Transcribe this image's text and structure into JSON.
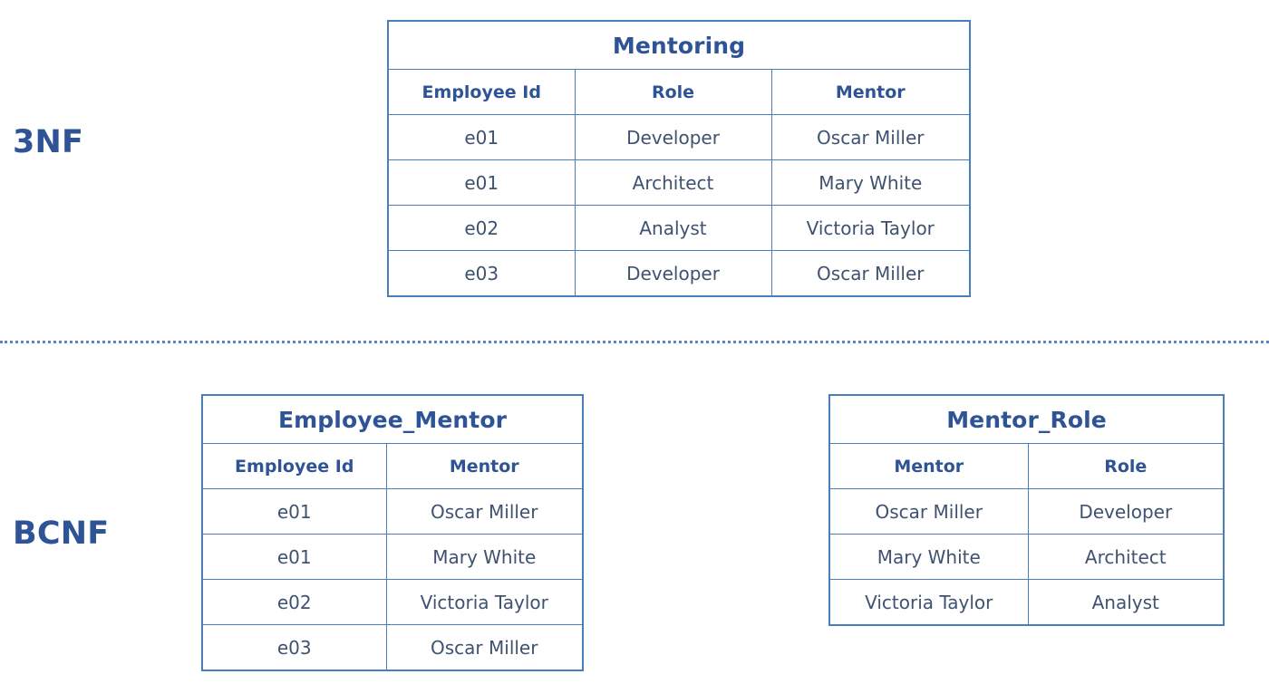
{
  "diagram": {
    "title_implied": "3NF to BCNF decomposition",
    "colors": {
      "heading_blue": "#2F5496",
      "body_text": "#3F5270",
      "border_blue": "#4A7EBB",
      "divider_blue": "#5B85C8",
      "background": "#FFFFFF"
    }
  },
  "sections": {
    "top": {
      "label": "3NF"
    },
    "bottom": {
      "label": "BCNF"
    }
  },
  "tables": {
    "mentoring": {
      "title": "Mentoring",
      "columns": [
        "Employee Id",
        "Role",
        "Mentor"
      ],
      "rows": [
        [
          "e01",
          "Developer",
          "Oscar Miller"
        ],
        [
          "e01",
          "Architect",
          "Mary White"
        ],
        [
          "e02",
          "Analyst",
          "Victoria Taylor"
        ],
        [
          "e03",
          "Developer",
          "Oscar Miller"
        ]
      ]
    },
    "employee_mentor": {
      "title": "Employee_Mentor",
      "columns": [
        "Employee Id",
        "Mentor"
      ],
      "rows": [
        [
          "e01",
          "Oscar Miller"
        ],
        [
          "e01",
          "Mary White"
        ],
        [
          "e02",
          "Victoria Taylor"
        ],
        [
          "e03",
          "Oscar Miller"
        ]
      ]
    },
    "mentor_role": {
      "title": "Mentor_Role",
      "columns": [
        "Mentor",
        "Role"
      ],
      "rows": [
        [
          "Oscar Miller",
          "Developer"
        ],
        [
          "Mary White",
          "Architect"
        ],
        [
          "Victoria Taylor",
          "Analyst"
        ]
      ]
    }
  }
}
